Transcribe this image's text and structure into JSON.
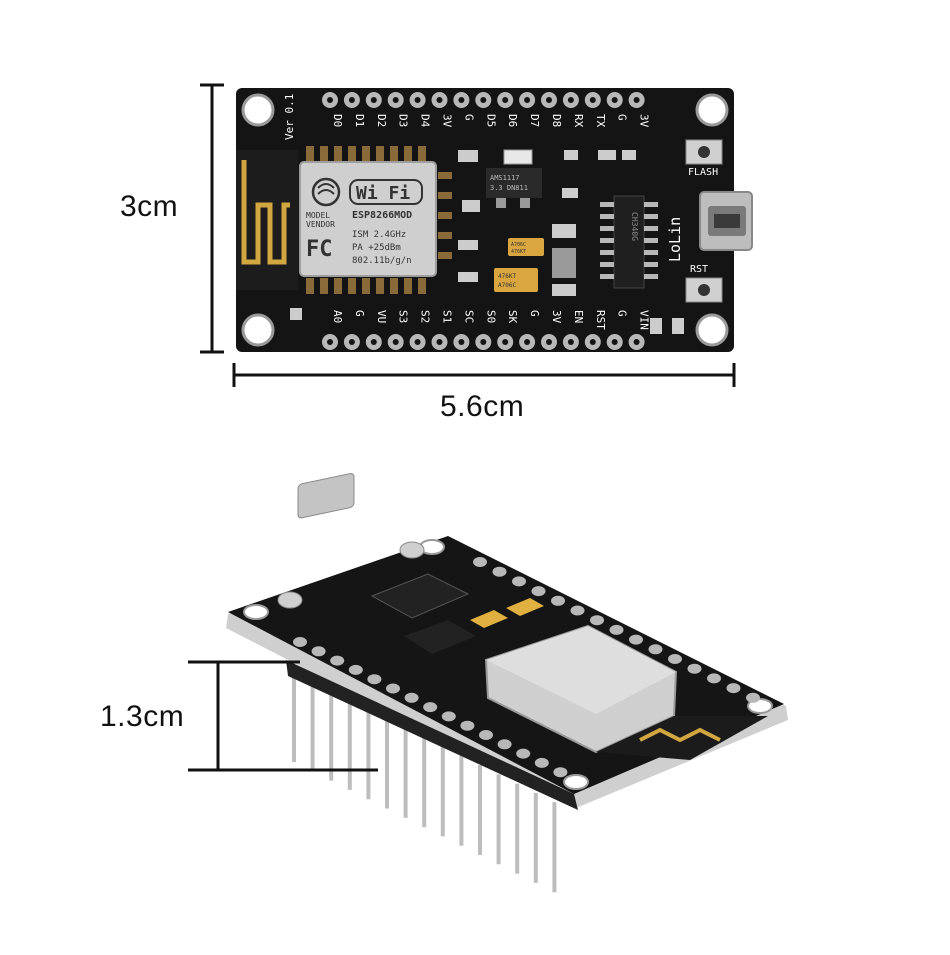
{
  "dimensions": {
    "height": "3cm",
    "width": "5.6cm",
    "thickness": "1.3cm"
  },
  "board": {
    "top_pins": [
      "D0",
      "D1",
      "D2",
      "D3",
      "D4",
      "3V",
      "G",
      "D5",
      "D6",
      "D7",
      "D8",
      "RX",
      "TX",
      "G",
      "3V"
    ],
    "bottom_pins": [
      "A0",
      "G",
      "VU",
      "S3",
      "S2",
      "S1",
      "SC",
      "S0",
      "SK",
      "G",
      "3V",
      "EN",
      "RST",
      "G",
      "VIN"
    ],
    "version_text": "Ver 0.1",
    "brand_text": "LoLin",
    "flash_label": "FLASH",
    "rst_label": "RST",
    "regulator_text": [
      "AMS1117",
      "3.3 DN811"
    ],
    "usb_chip_text": "CH340G",
    "module": {
      "wifi_logo": "Wi Fi",
      "model_line1": "MODEL",
      "model_line2": "VENDOR",
      "part": "ESP8266MOD",
      "fc_logo": "FC",
      "spec1": "ISM 2.4GHz",
      "spec2": "PA  +25dBm",
      "spec3": "802.11b/g/n"
    },
    "cap_text": [
      "A706C",
      "476KT"
    ],
    "cap2_text": [
      "A706C",
      "476KT"
    ]
  },
  "colors": {
    "pcb": "#141414",
    "silk": "#ffffff",
    "pad": "#b8b8b8",
    "gold": "#d2a640",
    "shield": "#c9c9c9",
    "background": "#ffffff"
  }
}
